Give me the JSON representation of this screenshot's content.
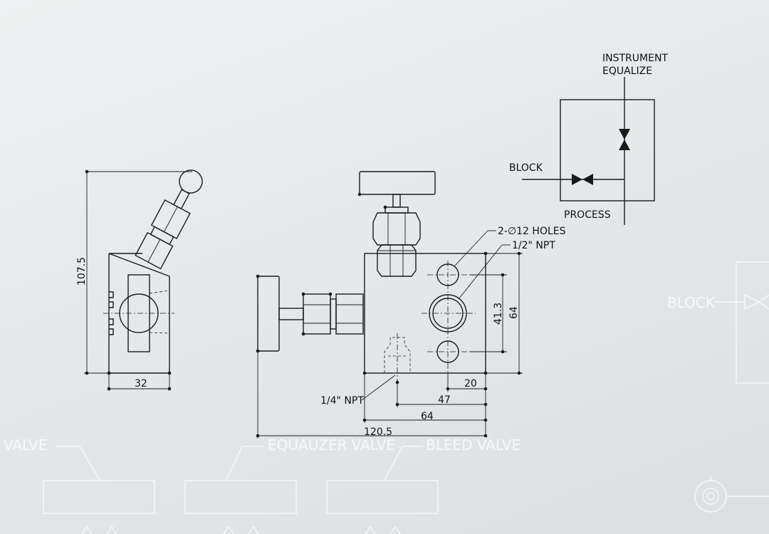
{
  "side_view": {
    "dim_height": "107.5",
    "dim_width": "32"
  },
  "front_view": {
    "holes_label": "2-∅12 HOLES",
    "npt_half_label": "1/2\" NPT",
    "npt_quarter_label": "1/4\" NPT",
    "dim_41_3": "41.3",
    "dim_64_vertical": "64",
    "dim_20": "20",
    "dim_47": "47",
    "dim_64_horizontal": "64",
    "dim_120_5": "120.5"
  },
  "schematic": {
    "instrument_label": "INSTRUMENT",
    "equalize_label": "EQUALIZE",
    "block_label": "BLOCK",
    "process_label": "PROCESS"
  },
  "background_ghost": {
    "valve_label": "VALVE",
    "equalizer_label": "EQUAUZER VALVE",
    "bleed_label": "BLEED VALVE",
    "block_label": "BLOCK"
  },
  "colors": {
    "background": "#e4e7e9",
    "line": "#1a1a1a",
    "ghost": "#ffffff"
  }
}
